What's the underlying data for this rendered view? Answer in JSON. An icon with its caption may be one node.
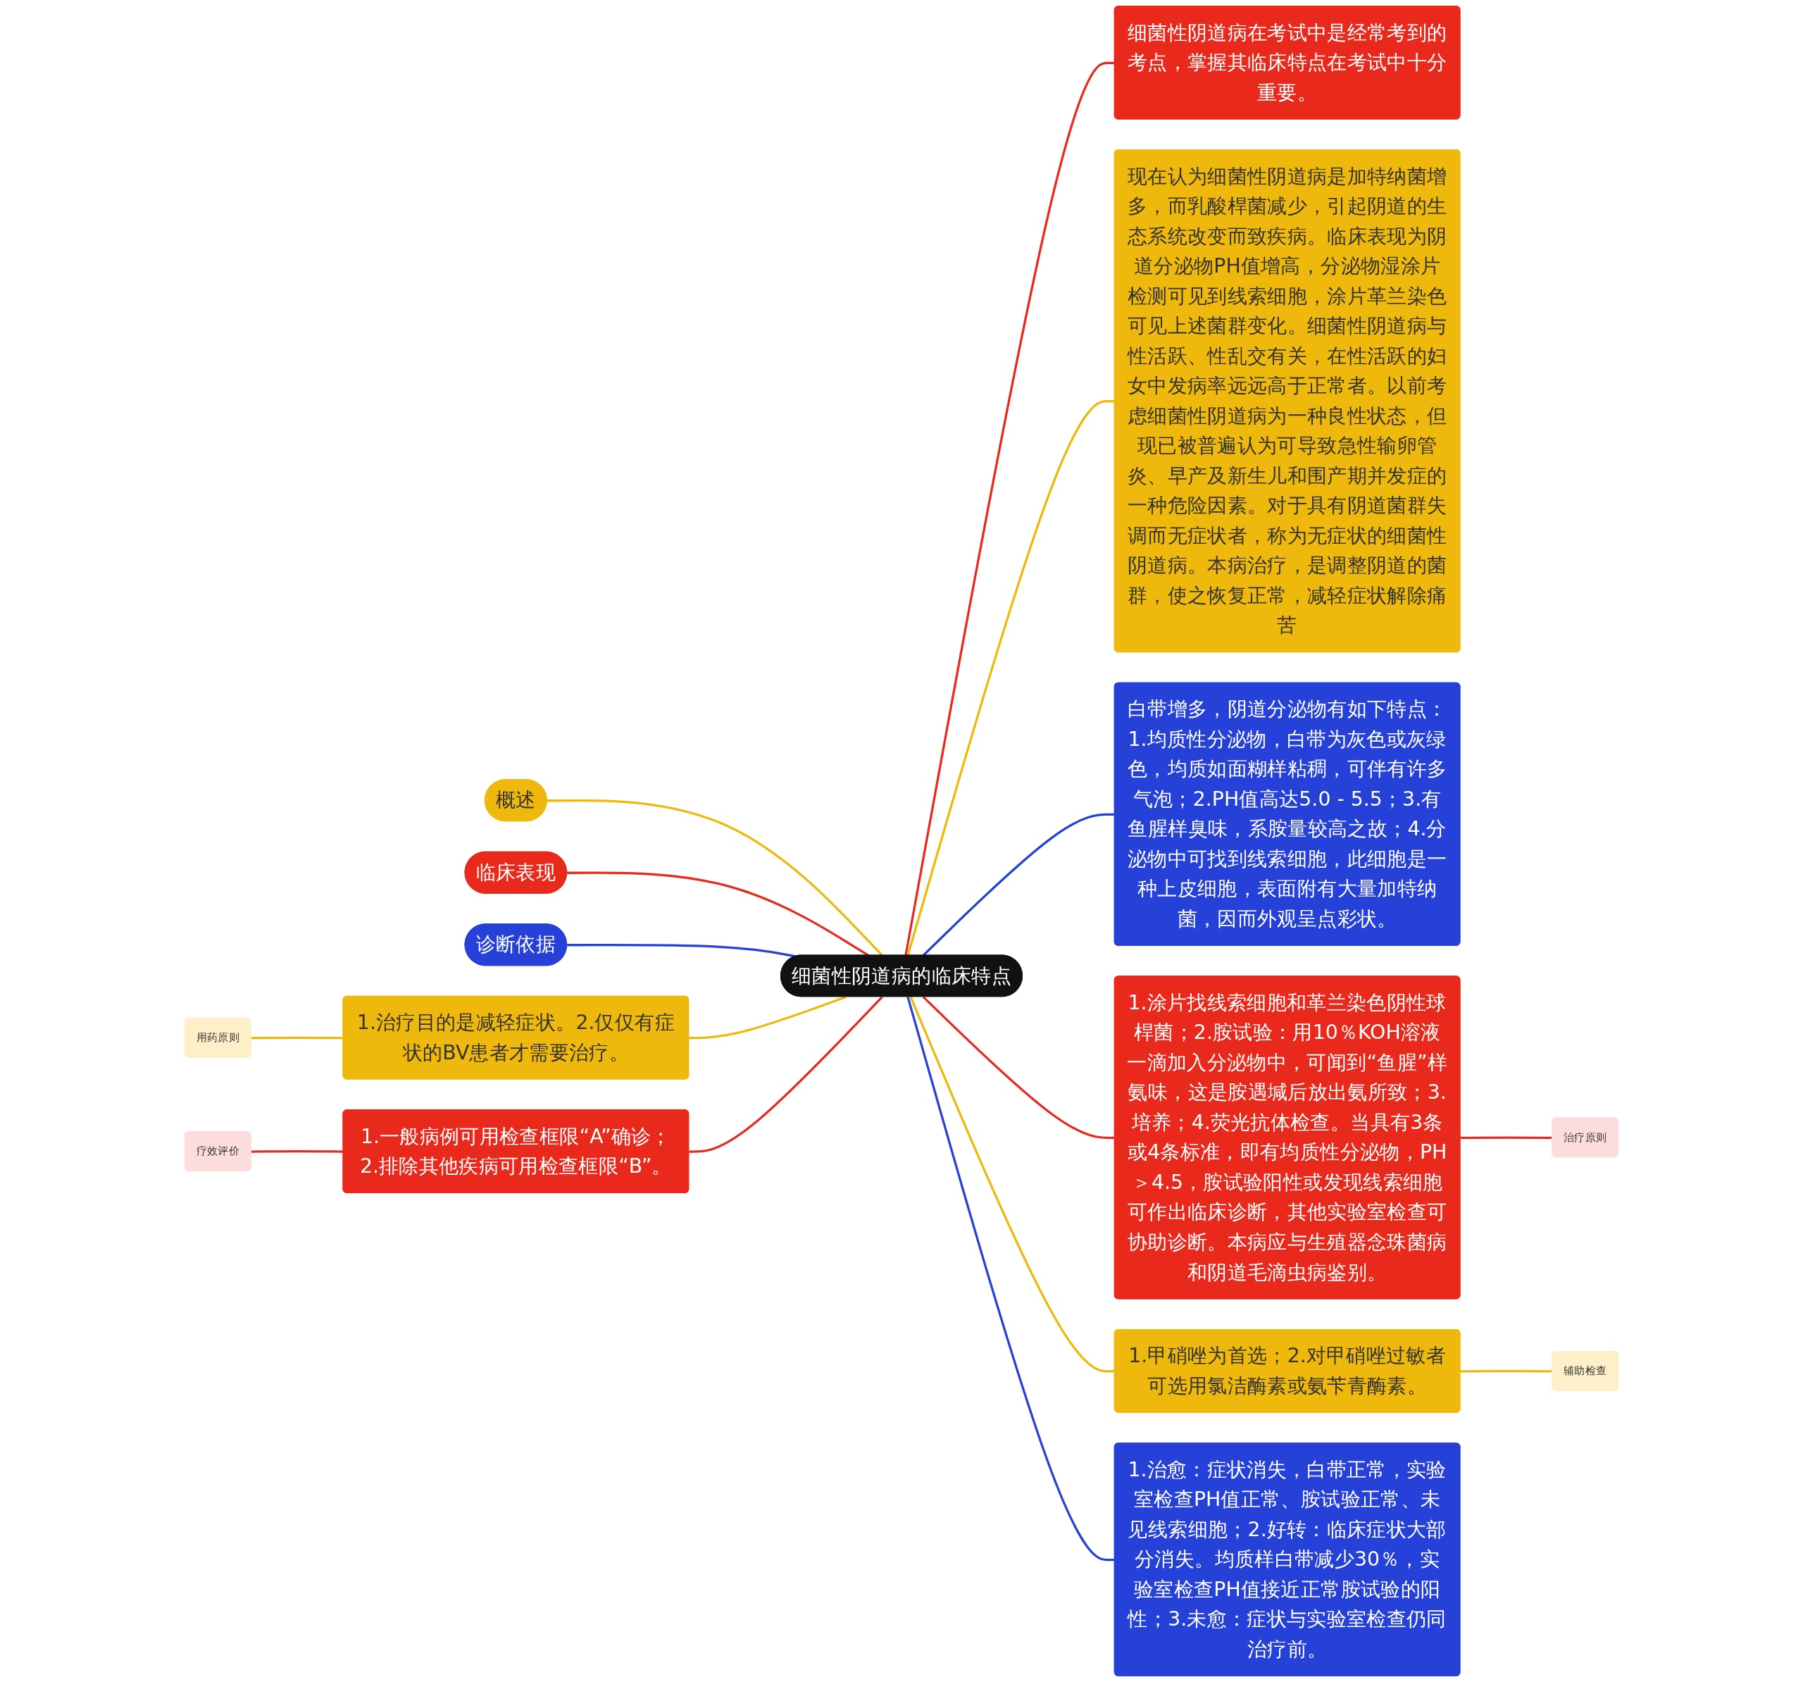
{
  "diagram": {
    "nodes": [
      {
        "text": [
          "细菌性阴道病的临床特点"
        ]
      },
      {
        "text": [
          "细菌性阴道病在考试中是经常考到的考点，掌握其临床特点在考试中十分重要。"
        ]
      },
      {
        "text": [
          "现在认为细菌性阴道病是加特纳菌增多，而乳酸桿菌减少，引起阴道的生态系统改变而致疾病。临床表现为阴道分泌物PH值增高，分泌物湿涂片检测可见到线索细胞，涂片革兰染色可见上述菌群变化。细菌性阴道病与性活跃、性乱交有关，在性活跃的妇女中发病率远远高于正常者。以前考虑细菌性阴道病为一种良性状态，但现已被普遍认为可导致急性输卵管炎、早产及新生儿和围产期并发症的一种危险因素。对于具有阴道菌群失调而无症状者，称为无症状的细菌性阴道病。本病治疗，是调整阴道的菌群，使之恢复正常，减轻症状解除痛苦"
        ]
      },
      {
        "text": [
          "白带增多，阴道分泌物有如下特点：1.均质性分泌物，白带为灰色或灰绿色，均质如面糊样粘稠，可伴有许多气泡；2.PH值高达5.0 - 5.5；3.有鱼腥样臭味，系胺量较高之故；4.分泌物中可找到线索细胞，此细胞是一种上皮细胞，表面附有大量加特纳菌，因而外观呈点彩状。"
        ]
      },
      {
        "text": [
          "1.涂片找线索细胞和革兰染色阴性球桿菌；2.胺试验：用10％KOH溶液一滴加入分泌物中，可闻到“鱼腥”样氨味，这是胺遇堿后放出氨所致；3.培养；4.荧光抗体检查。当具有3条或4条标准，即有均质性分泌物，PH＞4.5，胺试验阳性或发现线索细胞可作出临床诊断，其他实验室检查可协助诊断。本病应与生殖器念珠菌病和阴道毛滴虫病鉴别。"
        ]
      },
      {
        "text": [
          "治疗原则"
        ]
      },
      {
        "text": [
          "1.甲硝唑为首选；2.对甲硝唑过敏者可选用氯洁酶素或氨苄青酶素。"
        ]
      },
      {
        "text": [
          "辅助检查"
        ]
      },
      {
        "text": [
          "1.治愈：症状消失，白带正常，实验室检查PH值正常、胺试验正常、未见线索细胞；2.好转：临床症状大部分消失。均质样白带减少30％，实验室检查PH值接近正常胺试验的阳性；3.未愈：症状与实验室检查仍同治疗前。"
        ]
      },
      {
        "text": [
          "概述"
        ]
      },
      {
        "text": [
          "临床表现"
        ]
      },
      {
        "text": [
          "诊断依据"
        ]
      },
      {
        "text": [
          "1.治疗目的是减轻症状。2.仅仅有症状的BV患者才需要治疗。"
        ]
      },
      {
        "text": [
          "用药原则"
        ]
      },
      {
        "text": [
          "1.一般病例可用检查框限“A”确诊；2.排除其他疾病可用检查框限“B”。"
        ]
      },
      {
        "text": [
          "疗效评价"
        ]
      }
    ],
    "edges": [
      {
        "from": 0,
        "to": 1,
        "arrow": "none",
        "color": "#e8291c"
      },
      {
        "from": 0,
        "to": 2,
        "arrow": "none",
        "color": "#efb80c"
      },
      {
        "from": 0,
        "to": 3,
        "arrow": "none",
        "color": "#2541d8"
      },
      {
        "from": 0,
        "to": 4,
        "arrow": "none",
        "color": "#e8291c"
      },
      {
        "from": 4,
        "to": 5,
        "arrow": "none",
        "color": "#e8291c"
      },
      {
        "from": 0,
        "to": 6,
        "arrow": "none",
        "color": "#efb80c"
      },
      {
        "from": 6,
        "to": 7,
        "arrow": "none",
        "color": "#efb80c"
      },
      {
        "from": 0,
        "to": 8,
        "arrow": "none",
        "color": "#2541d8"
      },
      {
        "from": 0,
        "to": 9,
        "arrow": "none",
        "color": "#efb80c"
      },
      {
        "from": 0,
        "to": 10,
        "arrow": "none",
        "color": "#e8291c"
      },
      {
        "from": 0,
        "to": 11,
        "arrow": "none",
        "color": "#2541d8"
      },
      {
        "from": 0,
        "to": 12,
        "arrow": "none",
        "color": "#efb80c"
      },
      {
        "from": 12,
        "to": 13,
        "arrow": "none",
        "color": "#efb80c"
      },
      {
        "from": 0,
        "to": 14,
        "arrow": "none",
        "color": "#e8291c"
      },
      {
        "from": 14,
        "to": 15,
        "arrow": "none",
        "color": "#e8291c"
      }
    ]
  }
}
